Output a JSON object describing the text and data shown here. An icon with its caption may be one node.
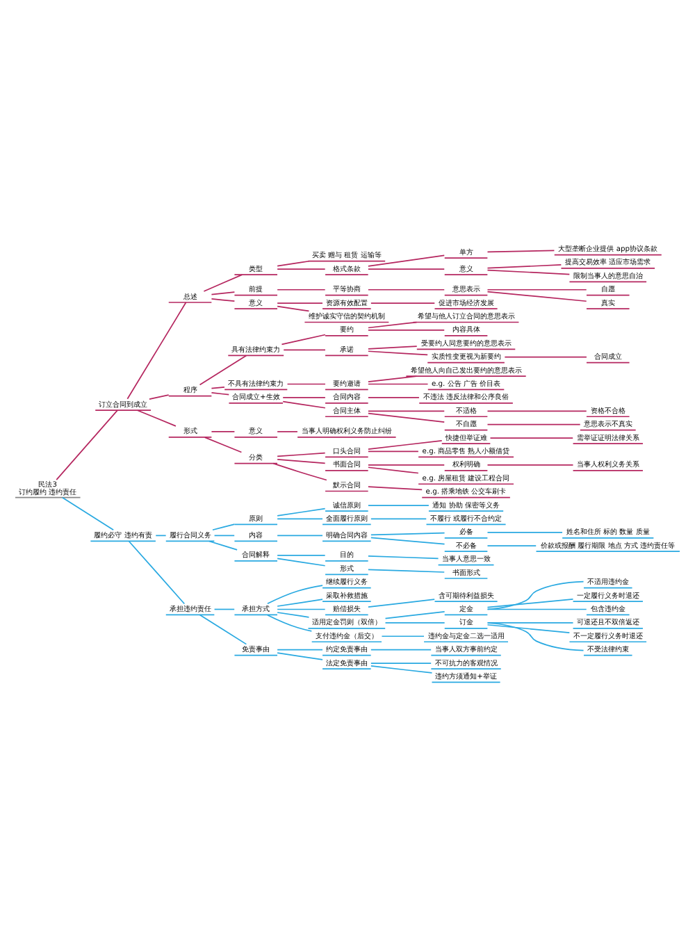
{
  "diagram": {
    "nodes": [
      {
        "text": [
          "民法3",
          "订约履约 违约责任"
        ]
      },
      {
        "text": [
          "订立合同到成立"
        ]
      },
      {
        "text": [
          "总述"
        ]
      },
      {
        "text": [
          "类型"
        ]
      },
      {
        "text": [
          "买卖 赠与 租赁 运输等"
        ]
      },
      {
        "text": [
          "格式条款"
        ]
      },
      {
        "text": [
          "单方"
        ]
      },
      {
        "text": [
          "大型垄断企业提供 app协议条款"
        ]
      },
      {
        "text": [
          "意义"
        ]
      },
      {
        "text": [
          "提高交易效率 适应市场需求"
        ]
      },
      {
        "text": [
          "限制当事人的意思自治"
        ]
      },
      {
        "text": [
          "前提"
        ]
      },
      {
        "text": [
          "平等协商"
        ]
      },
      {
        "text": [
          "意思表示"
        ]
      },
      {
        "text": [
          "自愿"
        ]
      },
      {
        "text": [
          "真实"
        ]
      },
      {
        "text": [
          "意义"
        ]
      },
      {
        "text": [
          "资源有效配置"
        ]
      },
      {
        "text": [
          "促进市场经济发展"
        ]
      },
      {
        "text": [
          "维护诚实守信的契约机制"
        ]
      },
      {
        "text": [
          "程序"
        ]
      },
      {
        "text": [
          "具有法律约束力"
        ]
      },
      {
        "text": [
          "要约"
        ]
      },
      {
        "text": [
          "希望与他人订立合同的意思表示"
        ]
      },
      {
        "text": [
          "内容具体"
        ]
      },
      {
        "text": [
          "承诺"
        ]
      },
      {
        "text": [
          "受要约人同意要约的意思表示"
        ]
      },
      {
        "text": [
          "实质性变更视为新要约"
        ]
      },
      {
        "text": [
          "合同成立"
        ]
      },
      {
        "text": [
          "不具有法律约束力"
        ]
      },
      {
        "text": [
          "要约邀请"
        ]
      },
      {
        "text": [
          "希望他人向自己发出要约的意思表示"
        ]
      },
      {
        "text": [
          "e.g. 公告 广告 价目表"
        ]
      },
      {
        "text": [
          "合同成立+生效"
        ]
      },
      {
        "text": [
          "合同内容"
        ]
      },
      {
        "text": [
          "不违法 违反法律和公序良俗"
        ]
      },
      {
        "text": [
          "合同主体"
        ]
      },
      {
        "text": [
          "不适格"
        ]
      },
      {
        "text": [
          "资格不合格"
        ]
      },
      {
        "text": [
          "不自愿"
        ]
      },
      {
        "text": [
          "意思表示不真实"
        ]
      },
      {
        "text": [
          "形式"
        ]
      },
      {
        "text": [
          "意义"
        ]
      },
      {
        "text": [
          "当事人明确权利义务防止纠纷"
        ]
      },
      {
        "text": [
          "分类"
        ]
      },
      {
        "text": [
          "口头合同"
        ]
      },
      {
        "text": [
          "快捷但举证难"
        ]
      },
      {
        "text": [
          "需举证证明法律关系"
        ]
      },
      {
        "text": [
          "e.g. 商品零售 熟人小额借贷"
        ]
      },
      {
        "text": [
          "书面合同"
        ]
      },
      {
        "text": [
          "权利明确"
        ]
      },
      {
        "text": [
          "当事人权利义务关系"
        ]
      },
      {
        "text": [
          "e.g. 房屋租赁 建设工程合同"
        ]
      },
      {
        "text": [
          "默示合同"
        ]
      },
      {
        "text": [
          "e.g. 搭乘地铁 公交车刷卡"
        ]
      },
      {
        "text": [
          "履约必守 违约有责"
        ]
      },
      {
        "text": [
          "履行合同义务"
        ]
      },
      {
        "text": [
          "原则"
        ]
      },
      {
        "text": [
          "诚信原则"
        ]
      },
      {
        "text": [
          "通知 协助 保密等义务"
        ]
      },
      {
        "text": [
          "全面履行原则"
        ]
      },
      {
        "text": [
          "不履行 或履行不合约定"
        ]
      },
      {
        "text": [
          "内容"
        ]
      },
      {
        "text": [
          "明确合同内容"
        ]
      },
      {
        "text": [
          "必备"
        ]
      },
      {
        "text": [
          "姓名和住所 标的 数量 质量"
        ]
      },
      {
        "text": [
          "不必备"
        ]
      },
      {
        "text": [
          "价款或报酬 履行期限 地点 方式 违约责任等"
        ]
      },
      {
        "text": [
          "合同解释"
        ]
      },
      {
        "text": [
          "目的"
        ]
      },
      {
        "text": [
          "当事人意思一致"
        ]
      },
      {
        "text": [
          "形式"
        ]
      },
      {
        "text": [
          "书面形式"
        ]
      },
      {
        "text": [
          "承担违约责任"
        ]
      },
      {
        "text": [
          "承担方式"
        ]
      },
      {
        "text": [
          "继续履行义务"
        ]
      },
      {
        "text": [
          "采取补救措施"
        ]
      },
      {
        "text": [
          "赔偿损失"
        ]
      },
      {
        "text": [
          "含可期待利益损失"
        ]
      },
      {
        "text": [
          "适用定金罚则（双倍）"
        ]
      },
      {
        "text": [
          "定金"
        ]
      },
      {
        "text": [
          "不适用违约金"
        ]
      },
      {
        "text": [
          "一定履行义务时退还"
        ]
      },
      {
        "text": [
          "包含违约金"
        ]
      },
      {
        "text": [
          "订金"
        ]
      },
      {
        "text": [
          "可退还且不双倍返还"
        ]
      },
      {
        "text": [
          "不一定履行义务时退还"
        ]
      },
      {
        "text": [
          "不受法律约束"
        ]
      },
      {
        "text": [
          "支付违约金（后交）"
        ]
      },
      {
        "text": [
          "违约金与定金二选一适用"
        ]
      },
      {
        "text": [
          "免责事由"
        ]
      },
      {
        "text": [
          "约定免责事由"
        ]
      },
      {
        "text": [
          "当事人双方事前约定"
        ]
      },
      {
        "text": [
          "法定免责事由"
        ]
      },
      {
        "text": [
          "不可抗力的客观情况"
        ]
      },
      {
        "text": [
          "违约方须通知+举证"
        ]
      }
    ],
    "edges": [
      {
        "from": 0,
        "to": 1,
        "arrow": "none"
      },
      {
        "from": 1,
        "to": 2,
        "arrow": "none"
      },
      {
        "from": 2,
        "to": 3,
        "arrow": "none"
      },
      {
        "from": 3,
        "to": 4,
        "arrow": "none"
      },
      {
        "from": 3,
        "to": 5,
        "arrow": "none"
      },
      {
        "from": 5,
        "to": 6,
        "arrow": "none"
      },
      {
        "from": 6,
        "to": 7,
        "arrow": "none"
      },
      {
        "from": 5,
        "to": 8,
        "arrow": "none"
      },
      {
        "from": 8,
        "to": 9,
        "arrow": "none"
      },
      {
        "from": 8,
        "to": 10,
        "arrow": "none"
      },
      {
        "from": 2,
        "to": 11,
        "arrow": "none"
      },
      {
        "from": 11,
        "to": 12,
        "arrow": "none"
      },
      {
        "from": 12,
        "to": 13,
        "arrow": "none"
      },
      {
        "from": 13,
        "to": 14,
        "arrow": "none"
      },
      {
        "from": 13,
        "to": 15,
        "arrow": "none"
      },
      {
        "from": 2,
        "to": 16,
        "arrow": "none"
      },
      {
        "from": 16,
        "to": 17,
        "arrow": "none"
      },
      {
        "from": 17,
        "to": 18,
        "arrow": "none"
      },
      {
        "from": 16,
        "to": 19,
        "arrow": "none"
      },
      {
        "from": 1,
        "to": 20,
        "arrow": "none"
      },
      {
        "from": 20,
        "to": 21,
        "arrow": "none"
      },
      {
        "from": 21,
        "to": 22,
        "arrow": "none"
      },
      {
        "from": 22,
        "to": 23,
        "arrow": "none"
      },
      {
        "from": 22,
        "to": 24,
        "arrow": "none"
      },
      {
        "from": 21,
        "to": 25,
        "arrow": "none"
      },
      {
        "from": 25,
        "to": 26,
        "arrow": "none"
      },
      {
        "from": 25,
        "to": 27,
        "arrow": "none"
      },
      {
        "from": 27,
        "to": 28,
        "arrow": "none"
      },
      {
        "from": 20,
        "to": 29,
        "arrow": "none"
      },
      {
        "from": 29,
        "to": 30,
        "arrow": "none"
      },
      {
        "from": 30,
        "to": 31,
        "arrow": "none"
      },
      {
        "from": 30,
        "to": 32,
        "arrow": "none"
      },
      {
        "from": 20,
        "to": 33,
        "arrow": "none"
      },
      {
        "from": 33,
        "to": 34,
        "arrow": "none"
      },
      {
        "from": 34,
        "to": 35,
        "arrow": "none"
      },
      {
        "from": 33,
        "to": 36,
        "arrow": "none"
      },
      {
        "from": 36,
        "to": 37,
        "arrow": "none"
      },
      {
        "from": 37,
        "to": 38,
        "arrow": "none"
      },
      {
        "from": 36,
        "to": 39,
        "arrow": "none"
      },
      {
        "from": 39,
        "to": 40,
        "arrow": "none"
      },
      {
        "from": 1,
        "to": 41,
        "arrow": "none"
      },
      {
        "from": 41,
        "to": 42,
        "arrow": "none"
      },
      {
        "from": 42,
        "to": 43,
        "arrow": "none"
      },
      {
        "from": 41,
        "to": 44,
        "arrow": "none"
      },
      {
        "from": 44,
        "to": 45,
        "arrow": "none"
      },
      {
        "from": 45,
        "to": 46,
        "arrow": "none"
      },
      {
        "from": 46,
        "to": 47,
        "arrow": "none"
      },
      {
        "from": 45,
        "to": 48,
        "arrow": "none"
      },
      {
        "from": 44,
        "to": 49,
        "arrow": "none"
      },
      {
        "from": 49,
        "to": 50,
        "arrow": "none"
      },
      {
        "from": 50,
        "to": 51,
        "arrow": "none"
      },
      {
        "from": 49,
        "to": 52,
        "arrow": "none"
      },
      {
        "from": 44,
        "to": 53,
        "arrow": "none"
      },
      {
        "from": 53,
        "to": 54,
        "arrow": "none"
      },
      {
        "from": 0,
        "to": 55,
        "arrow": "none",
        "color": "#29a9e1"
      },
      {
        "from": 55,
        "to": 56,
        "arrow": "none",
        "color": "#29a9e1"
      },
      {
        "from": 56,
        "to": 57,
        "arrow": "none",
        "color": "#29a9e1"
      },
      {
        "from": 57,
        "to": 58,
        "arrow": "none",
        "color": "#29a9e1"
      },
      {
        "from": 58,
        "to": 59,
        "arrow": "none",
        "color": "#29a9e1"
      },
      {
        "from": 57,
        "to": 60,
        "arrow": "none",
        "color": "#29a9e1"
      },
      {
        "from": 60,
        "to": 61,
        "arrow": "none",
        "color": "#29a9e1"
      },
      {
        "from": 56,
        "to": 62,
        "arrow": "none",
        "color": "#29a9e1"
      },
      {
        "from": 62,
        "to": 63,
        "arrow": "none",
        "color": "#29a9e1"
      },
      {
        "from": 63,
        "to": 64,
        "arrow": "none",
        "color": "#29a9e1"
      },
      {
        "from": 64,
        "to": 65,
        "arrow": "none",
        "color": "#29a9e1"
      },
      {
        "from": 63,
        "to": 66,
        "arrow": "none",
        "color": "#29a9e1"
      },
      {
        "from": 66,
        "to": 67,
        "arrow": "none",
        "color": "#29a9e1"
      },
      {
        "from": 56,
        "to": 68,
        "arrow": "none",
        "color": "#29a9e1"
      },
      {
        "from": 68,
        "to": 69,
        "arrow": "none",
        "color": "#29a9e1"
      },
      {
        "from": 69,
        "to": 70,
        "arrow": "none",
        "color": "#29a9e1"
      },
      {
        "from": 68,
        "to": 71,
        "arrow": "none",
        "color": "#29a9e1"
      },
      {
        "from": 71,
        "to": 72,
        "arrow": "none",
        "color": "#29a9e1"
      },
      {
        "from": 55,
        "to": 73,
        "arrow": "none",
        "color": "#29a9e1"
      },
      {
        "from": 73,
        "to": 74,
        "arrow": "none",
        "color": "#29a9e1"
      },
      {
        "from": 74,
        "to": 75,
        "arrow": "none",
        "color": "#29a9e1"
      },
      {
        "from": 74,
        "to": 76,
        "arrow": "none",
        "color": "#29a9e1"
      },
      {
        "from": 74,
        "to": 77,
        "arrow": "none",
        "color": "#29a9e1"
      },
      {
        "from": 77,
        "to": 78,
        "arrow": "none",
        "color": "#29a9e1"
      },
      {
        "from": 74,
        "to": 79,
        "arrow": "none",
        "color": "#29a9e1"
      },
      {
        "from": 79,
        "to": 80,
        "arrow": "none",
        "color": "#29a9e1"
      },
      {
        "from": 80,
        "to": 81,
        "arrow": "none",
        "color": "#29a9e1"
      },
      {
        "from": 80,
        "to": 82,
        "arrow": "none",
        "color": "#29a9e1"
      },
      {
        "from": 80,
        "to": 83,
        "arrow": "none",
        "color": "#29a9e1"
      },
      {
        "from": 79,
        "to": 84,
        "arrow": "none",
        "color": "#29a9e1"
      },
      {
        "from": 84,
        "to": 85,
        "arrow": "none",
        "color": "#29a9e1"
      },
      {
        "from": 84,
        "to": 86,
        "arrow": "none",
        "color": "#29a9e1"
      },
      {
        "from": 84,
        "to": 87,
        "arrow": "none",
        "color": "#29a9e1"
      },
      {
        "from": 74,
        "to": 88,
        "arrow": "none",
        "color": "#29a9e1"
      },
      {
        "from": 88,
        "to": 89,
        "arrow": "none",
        "color": "#29a9e1"
      },
      {
        "from": 73,
        "to": 90,
        "arrow": "none",
        "color": "#29a9e1"
      },
      {
        "from": 90,
        "to": 91,
        "arrow": "none",
        "color": "#29a9e1"
      },
      {
        "from": 91,
        "to": 92,
        "arrow": "none",
        "color": "#29a9e1"
      },
      {
        "from": 90,
        "to": 93,
        "arrow": "none",
        "color": "#29a9e1"
      },
      {
        "from": 93,
        "to": 94,
        "arrow": "none",
        "color": "#29a9e1"
      },
      {
        "from": 93,
        "to": 95,
        "arrow": "none",
        "color": "#29a9e1"
      }
    ]
  }
}
